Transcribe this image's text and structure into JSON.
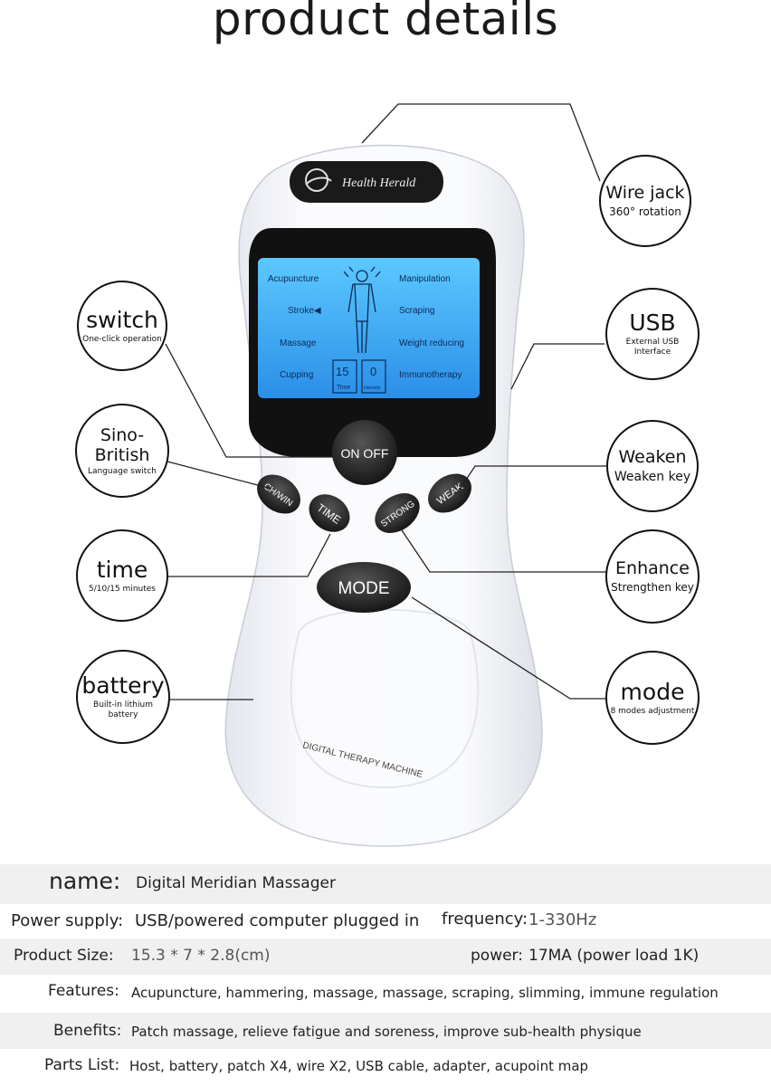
{
  "title": "product details",
  "device": {
    "brand": "Health Herald",
    "model_text": "DIGITAL THERAPY MACHINE",
    "screen": {
      "left_modes": [
        "Acupuncture",
        "Stroke◀",
        "Massage",
        "Cupping"
      ],
      "right_modes": [
        "Manipulation",
        "Scraping",
        "Weight reducing",
        "Immunotherapy"
      ],
      "time_value": "15",
      "time_label": "Time",
      "intensity_value": "0",
      "intensity_label": "intensity"
    },
    "buttons": {
      "on_off": "ON OFF",
      "ch_win": "CH/WIN",
      "time": "TIME",
      "strong": "STRONG",
      "weak": "WEAK",
      "mode": "MODE"
    }
  },
  "callouts": {
    "switch": {
      "title": "switch",
      "sub": "One-click operation"
    },
    "sino_british": {
      "title": "Sino-British",
      "sub": "Language switch"
    },
    "time": {
      "title": "time",
      "sub": "5/10/15 minutes"
    },
    "battery": {
      "title": "battery",
      "sub": "Built-in lithium battery"
    },
    "wire_jack": {
      "title": "Wire jack",
      "sub": "360° rotation"
    },
    "usb": {
      "title": "USB",
      "sub": "External USB Interface"
    },
    "weaken": {
      "title": "Weaken",
      "sub": "Weaken key"
    },
    "enhance": {
      "title": "Enhance",
      "sub": "Strengthen key"
    },
    "mode": {
      "title": "mode",
      "sub": "8 modes adjustment"
    }
  },
  "specs": {
    "name_label": "name:",
    "name_value": "Digital Meridian Massager",
    "power_supply_label": "Power supply:",
    "power_supply_value": "USB/powered computer plugged in",
    "frequency_label": "frequency:",
    "frequency_value": "1-330Hz",
    "size_label": "Product Size:",
    "size_value": "15.3 * 7 * 2.8(cm)",
    "power_label": "power:",
    "power_value": "17MA (power load 1K)",
    "features_label": "Features:",
    "features_value": "Acupuncture, hammering, massage, massage, scraping, slimming, immune regulation",
    "benefits_label": "Benefits:",
    "benefits_value": "Patch massage, relieve fatigue and soreness, improve sub-health physique",
    "parts_label": "Parts List:",
    "parts_value": "Host, battery, patch X4, wire X2, USB cable, adapter, acupoint map"
  }
}
